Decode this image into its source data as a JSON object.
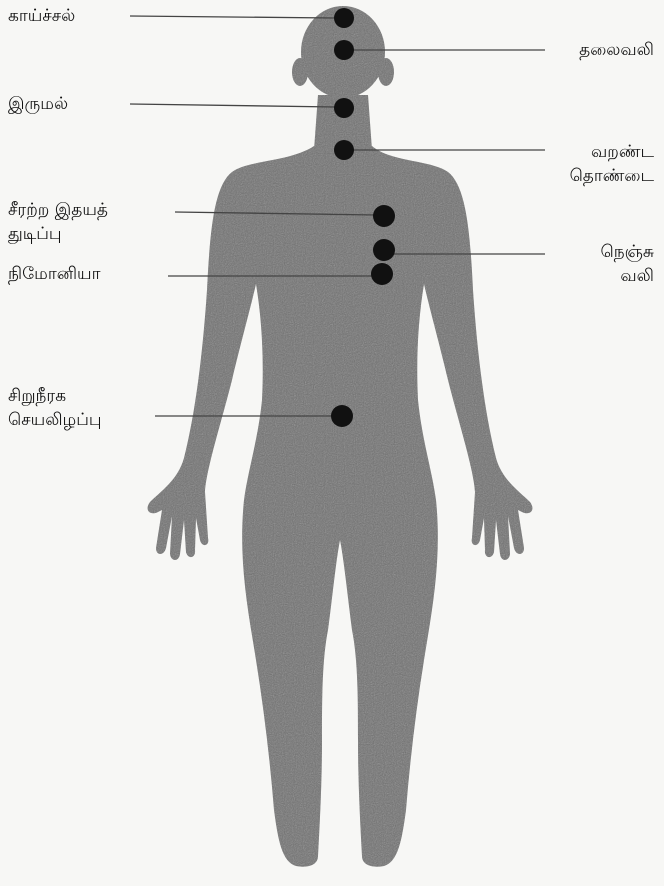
{
  "diagram": {
    "colors": {
      "body": "#6f6f6f",
      "dot": "#111111",
      "line": "#444444",
      "paper": "#f7f7f5"
    },
    "symptoms": [
      {
        "id": "fever",
        "label": "காய்ச்சல்"
      },
      {
        "id": "headache",
        "label": "தலைவலி"
      },
      {
        "id": "cough",
        "label": "இருமல்"
      },
      {
        "id": "dry-throat",
        "label_lines": [
          "வறண்ட",
          "தொண்டை"
        ]
      },
      {
        "id": "irregular-heartbeat",
        "label_lines": [
          "சீரற்ற இதயத்",
          "துடிப்பு"
        ]
      },
      {
        "id": "chest-pain",
        "label_lines": [
          "நெஞ்சு",
          "வலி"
        ]
      },
      {
        "id": "pneumonia",
        "label": "நிமோனியா"
      },
      {
        "id": "kidney-failure",
        "label_lines": [
          "சிறுநீரக",
          "செயலிழப்பு"
        ]
      }
    ]
  }
}
